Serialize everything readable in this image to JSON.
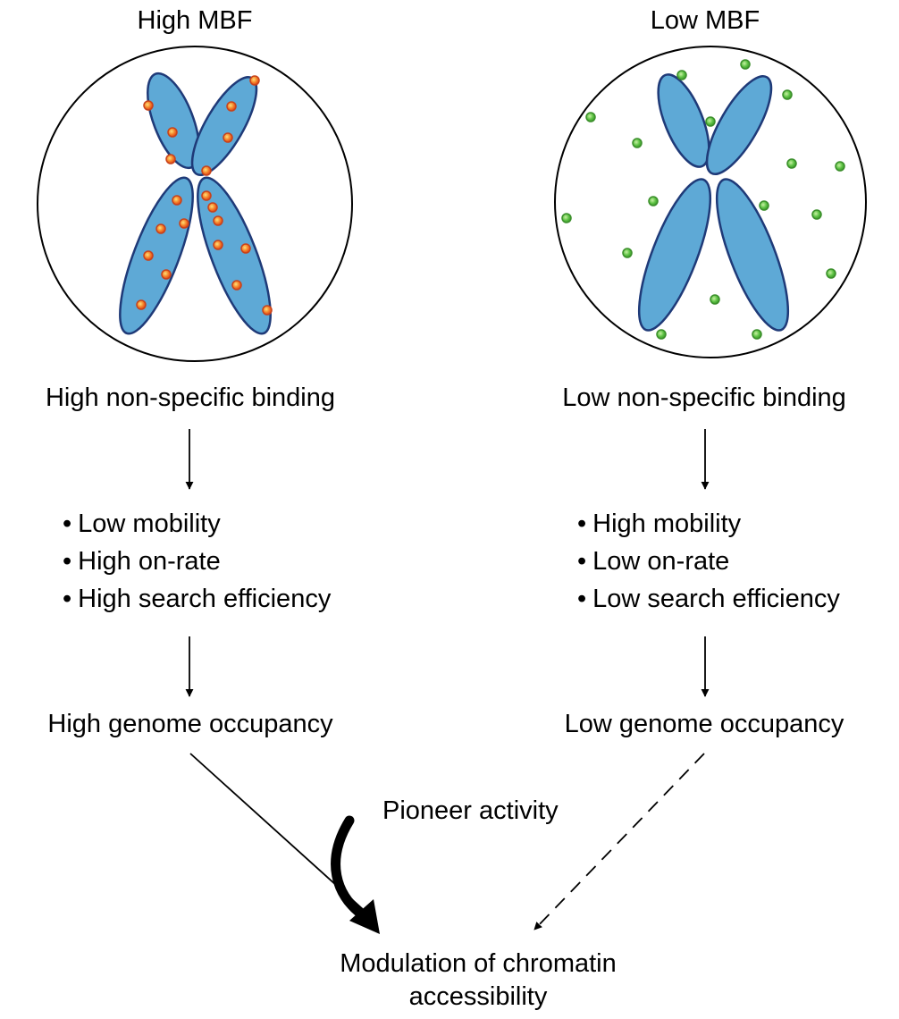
{
  "left": {
    "title": "High MBF",
    "binding": "High non-specific binding",
    "properties": [
      "Low mobility",
      "High on-rate",
      "High search efficiency"
    ],
    "occupancy": "High genome occupancy",
    "particle_color": "#f26b21"
  },
  "right": {
    "title": "Low MBF",
    "binding": "Low non-specific binding",
    "properties": [
      "High mobility",
      "Low on-rate",
      "Low search efficiency"
    ],
    "occupancy": "Low genome occupancy",
    "particle_color": "#5cc243"
  },
  "pioneer_label": "Pioneer activity",
  "outcome": {
    "line1": "Modulation of chromatin",
    "line2": "accessibility"
  },
  "colors": {
    "chromosome_fill": "#5ea9d6",
    "chromosome_stroke": "#1f3a78"
  }
}
